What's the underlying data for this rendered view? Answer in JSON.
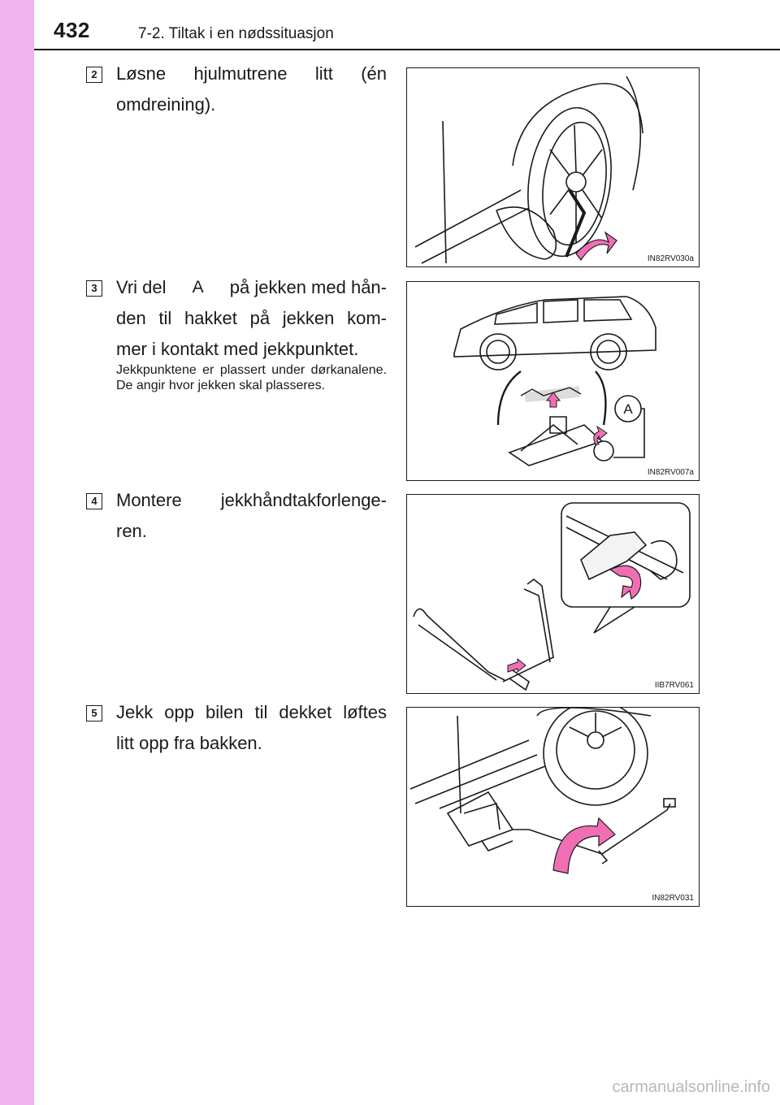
{
  "header": {
    "page_number": "432",
    "chapter_title": "7-2. Tiltak i en nødssituasjon"
  },
  "steps": [
    {
      "badge": "2",
      "lines": [
        "Løsne hjulmutrene litt (én",
        "omdreining)."
      ],
      "figure_code": "IN82RV030a",
      "figure_icon": "loosen-wheel-nuts-illustration"
    },
    {
      "badge": "3",
      "line1_before": "Vri del",
      "line1_marker": "A",
      "line1_after": "på jekken med hån-",
      "lines": [
        "den til hakket på jekken kom-",
        "mer i kontakt med jekkpunktet."
      ],
      "note": "Jekkpunktene er plassert under dørkanalene. De angir hvor jekken skal plasseres.",
      "figure_code": "IN82RV007a",
      "figure_marker": "A",
      "figure_icon": "jack-point-illustration"
    },
    {
      "badge": "4",
      "lines": [
        "Montere jekkhåndtakforlenge-",
        "ren."
      ],
      "figure_code": "IIB7RV061",
      "figure_icon": "jack-handle-extension-illustration"
    },
    {
      "badge": "5",
      "lines": [
        "Jekk opp bilen til dekket løftes",
        "litt opp fra bakken."
      ],
      "figure_code": "IN82RV031",
      "figure_icon": "raise-vehicle-illustration"
    }
  ],
  "watermark": "carmanualsonline.info",
  "colors": {
    "sidebar": "#f2b3ee",
    "arrow_pink": "#f06fb4",
    "ink": "#1a1a1a"
  }
}
